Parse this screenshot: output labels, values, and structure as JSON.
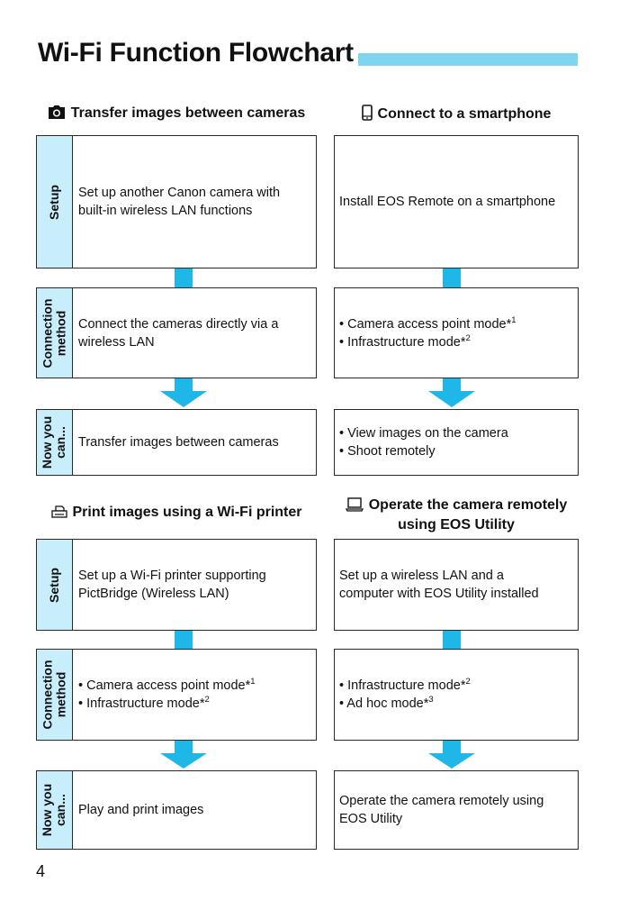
{
  "page": {
    "title": "Wi-Fi Function Flowchart",
    "page_number": "4",
    "accent": "#7fd4f2",
    "tab_fill": "#c8eefb",
    "arrow_color": "#1fb6e8"
  },
  "labels": {
    "setup": "Setup",
    "connection": "Connection\nmethod",
    "now": "Now you\ncan..."
  },
  "sections": [
    {
      "icon": "camera-icon",
      "title": "Transfer images between cameras",
      "setup": [
        "Set up another Canon camera with",
        "built-in wireless LAN functions"
      ],
      "connection": [
        {
          "text": "Connect the cameras directly via a",
          "sup": ""
        },
        {
          "text": "wireless LAN",
          "sup": ""
        }
      ],
      "now": [
        "Transfer images between cameras"
      ]
    },
    {
      "icon": "smartphone-icon",
      "title": "Connect to a smartphone",
      "setup": [
        "Install EOS Remote on a smartphone"
      ],
      "connection": [
        {
          "text": "• Camera access point mode*",
          "sup": "1"
        },
        {
          "text": "• Infrastructure mode*",
          "sup": "2"
        }
      ],
      "now": [
        "• View images on the camera",
        "• Shoot remotely"
      ]
    },
    {
      "icon": "printer-icon",
      "title": "Print images using a Wi-Fi printer",
      "setup": [
        "Set up a Wi-Fi printer supporting",
        "PictBridge (Wireless LAN)"
      ],
      "connection": [
        {
          "text": "• Camera access point mode*",
          "sup": "1"
        },
        {
          "text": "• Infrastructure mode*",
          "sup": "2"
        }
      ],
      "now": [
        "Play and print images"
      ]
    },
    {
      "icon": "computer-icon",
      "title": "Operate the camera remotely",
      "title2": "using EOS Utility",
      "setup": [
        "Set up a wireless LAN and a",
        "computer with EOS Utility installed"
      ],
      "connection": [
        {
          "text": "• Infrastructure mode*",
          "sup": "2"
        },
        {
          "text": "• Ad hoc mode*",
          "sup": "3"
        }
      ],
      "now": [
        "Operate the camera remotely using",
        "EOS Utility"
      ]
    }
  ]
}
